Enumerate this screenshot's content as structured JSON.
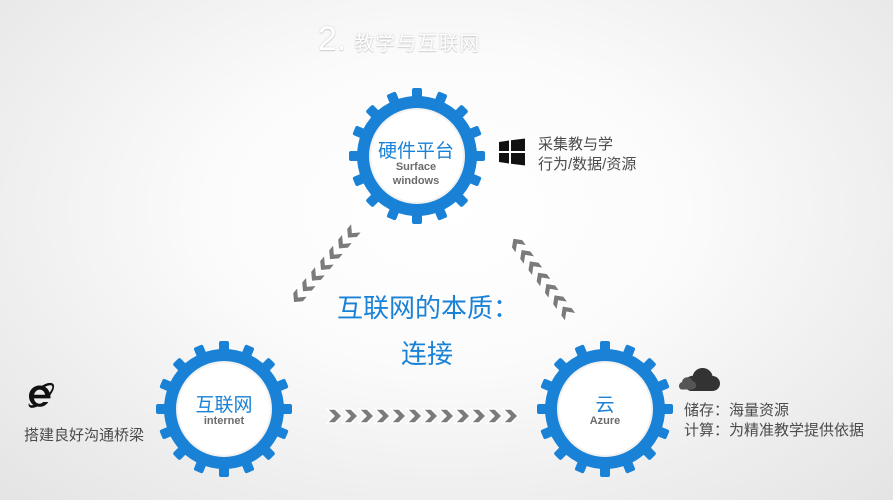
{
  "slide": {
    "title_number": "2.",
    "title_text": "教学与互联网"
  },
  "nodes": {
    "hardware": {
      "title": "硬件平台",
      "subtitle_1": "Surface",
      "subtitle_2": "windows"
    },
    "internet": {
      "title": "互联网",
      "subtitle": "internet"
    },
    "cloud": {
      "title": "云",
      "subtitle": "Azure"
    }
  },
  "center": {
    "line_1": "互联网的本质：",
    "line_2": "连接"
  },
  "side_notes": {
    "windows": {
      "line_1": "采集教与学",
      "line_2": "行为/数据/资源"
    },
    "ie": {
      "line_1": "搭建良好沟通桥梁"
    },
    "cloud": {
      "line_1": "储存：海量资源",
      "line_2": "计算：为精准教学提供依据"
    }
  },
  "icons": {
    "windows": "windows-logo-icon",
    "ie": "internet-explorer-icon",
    "cloud": "cloud-icon",
    "gear": "gear-icon",
    "chevron": "chevron-arrow-icon"
  },
  "colors": {
    "gear_blue": "#1a82d6",
    "text_blue": "#1a82d6",
    "chevron_gray": "#7b7b7b",
    "chevron_outline": "#ffffff"
  }
}
